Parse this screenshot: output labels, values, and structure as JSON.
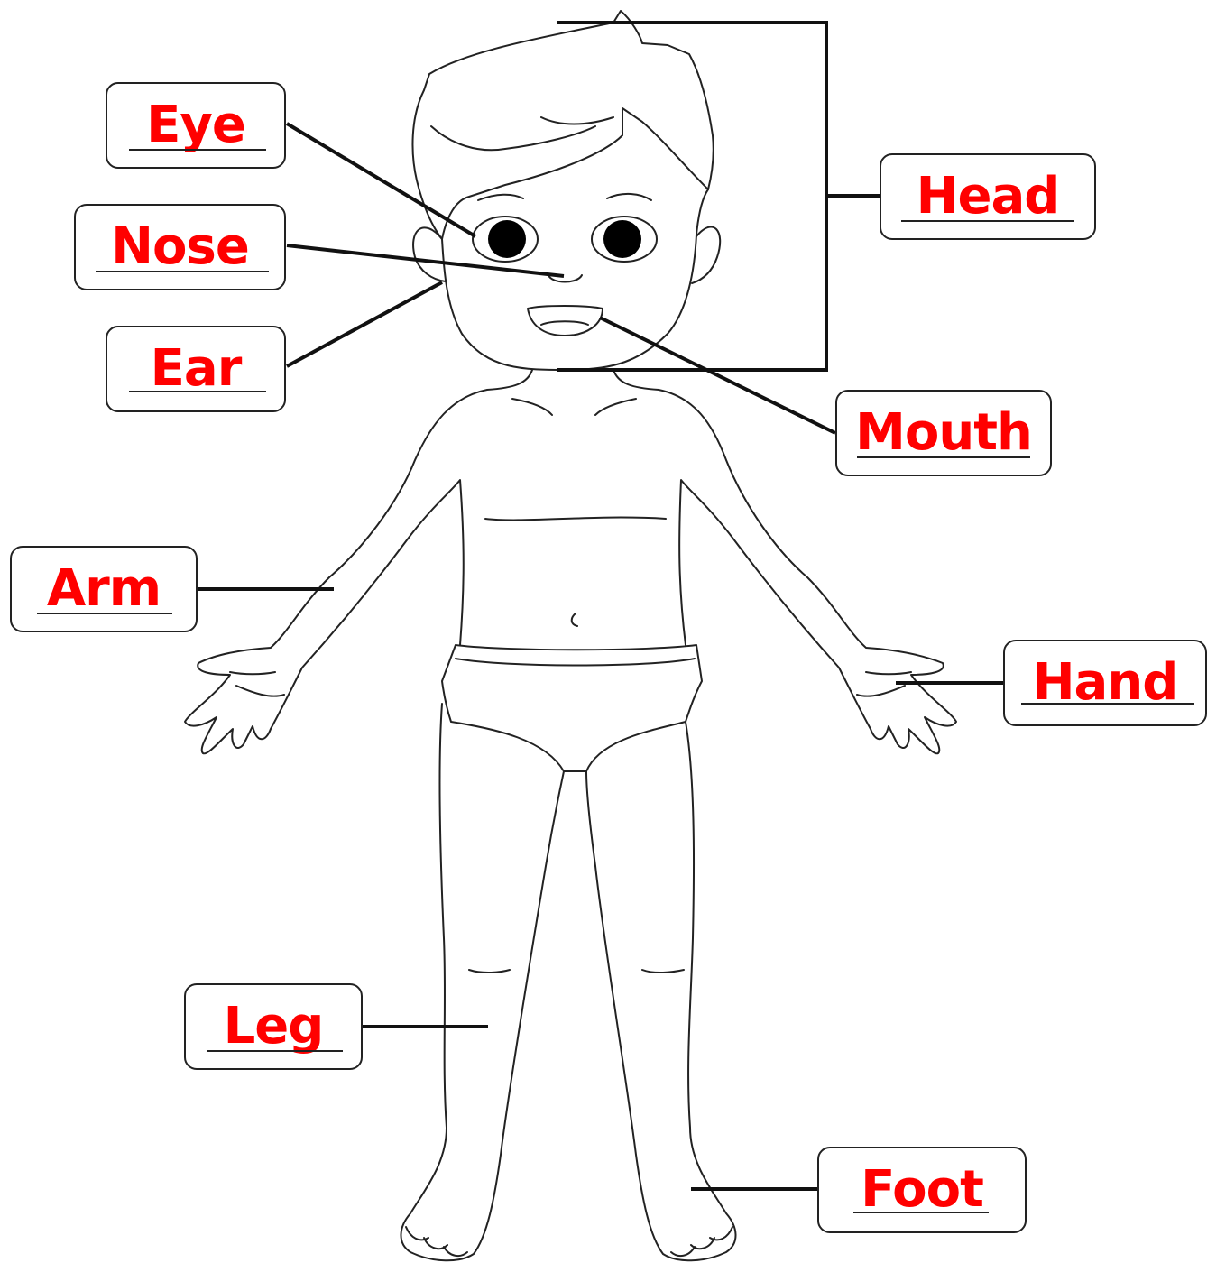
{
  "labels": {
    "eye": "Eye",
    "nose": "Nose",
    "ear": "Ear",
    "head": "Head",
    "mouth": "Mouth",
    "arm": "Arm",
    "hand": "Hand",
    "leg": "Leg",
    "foot": "Foot"
  },
  "colors": {
    "label_text": "#ff0000",
    "outline": "#222222",
    "leader_line": "#111111"
  }
}
